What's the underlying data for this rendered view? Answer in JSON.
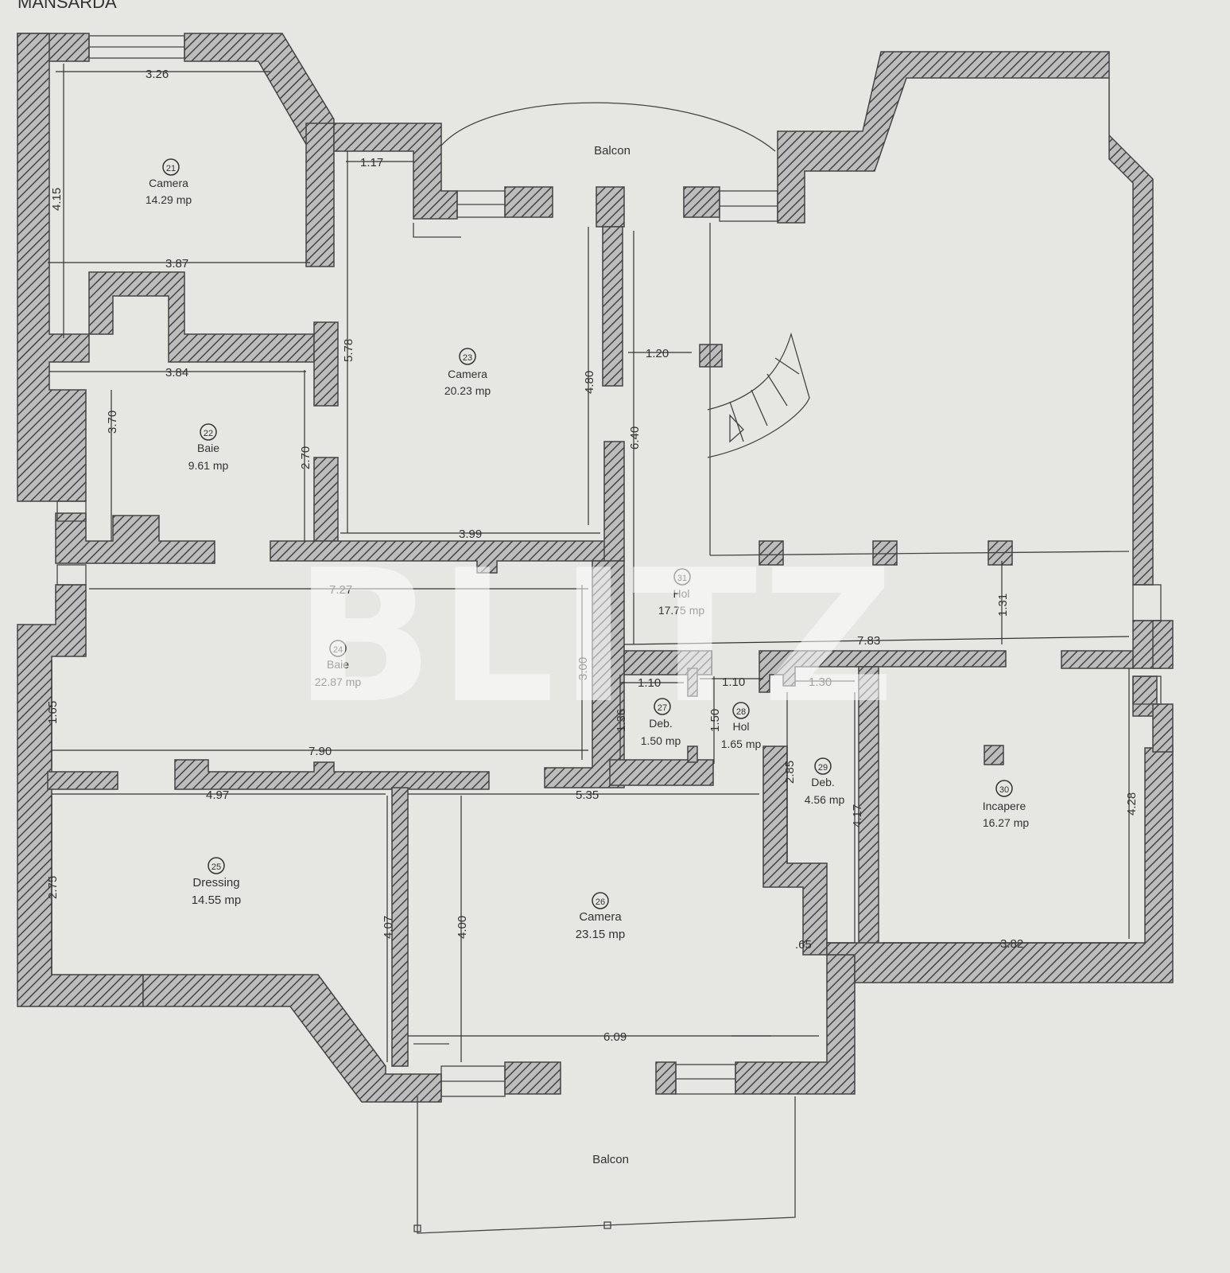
{
  "page_title": "MANSARDA",
  "watermark": "BLITZ",
  "rooms": [
    {
      "num": "21",
      "name": "Camera",
      "area": "14.29 mp"
    },
    {
      "num": "22",
      "name": "Baie",
      "area": "9.61 mp"
    },
    {
      "num": "23",
      "name": "Camera",
      "area": "20.23 mp"
    },
    {
      "num": "24",
      "name": "Baie",
      "area": "22.87 mp"
    },
    {
      "num": "25",
      "name": "Dressing",
      "area": "14.55 mp"
    },
    {
      "num": "26",
      "name": "Camera",
      "area": "23.15 mp"
    },
    {
      "num": "27",
      "name": "Deb.",
      "area": "1.50 mp"
    },
    {
      "num": "28",
      "name": "Hol",
      "area": "1.65 mp"
    },
    {
      "num": "29",
      "name": "Deb.",
      "area": "4.56 mp"
    },
    {
      "num": "30",
      "name": "Incapere",
      "area": "16.27 mp"
    },
    {
      "num": "31",
      "name": "Hol",
      "area": "17.75 mp"
    }
  ],
  "balconies": [
    "Balcon",
    "Balcon"
  ],
  "dimensions": [
    "3.26",
    "4.15",
    "3.87",
    "1.17",
    "5.78",
    "3.84",
    "3.70",
    "2.70",
    "4.80",
    "1.20",
    "6.40",
    "3.99",
    "7.27",
    "3.00",
    "1.65",
    "7.90",
    "4.97",
    "2.75",
    "4.07",
    "4.00",
    "5.35",
    "6.09",
    "1.10",
    "1.10",
    "1.30",
    "1.36",
    "1.50",
    "2.85",
    "4.17",
    ".65",
    "3.82",
    "4.28",
    "1.31",
    "7.83"
  ]
}
